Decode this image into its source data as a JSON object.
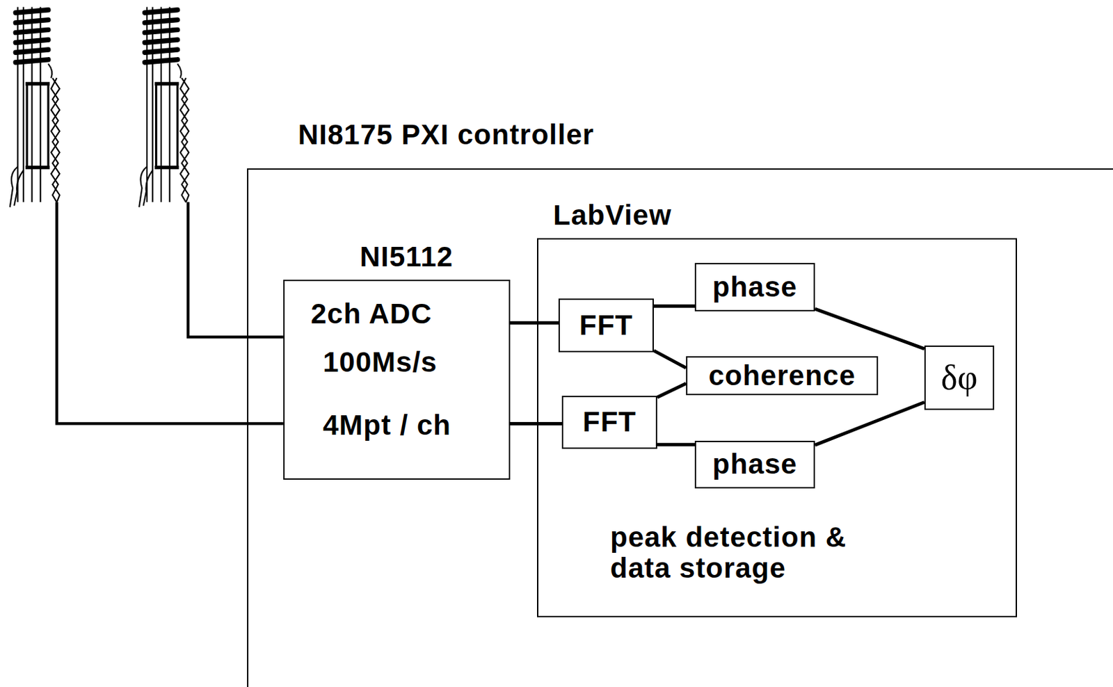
{
  "diagram": {
    "nodes": [
      {
        "text": [
          "NI8175 PXI controller"
        ]
      },
      {
        "text": [
          "LabView"
        ],
        "in": 0
      },
      {
        "text": [
          "NI5112",
          "2ch ADC",
          "100Ms/s",
          "4Mpt / ch"
        ],
        "in": 0
      },
      {
        "text": [
          "FFT"
        ],
        "in": 1
      },
      {
        "text": [
          "FFT"
        ],
        "in": 1
      },
      {
        "text": [
          "phase"
        ],
        "in": 1
      },
      {
        "text": [
          "coherence"
        ],
        "in": 1
      },
      {
        "text": [
          "phase"
        ],
        "in": 1
      },
      {
        "text": [
          "δφ"
        ],
        "in": 1
      }
    ],
    "edges": [
      {
        "from": 2,
        "to": 3,
        "arrow": "none"
      },
      {
        "from": 2,
        "to": 4,
        "arrow": "none"
      },
      {
        "from": 3,
        "to": 5,
        "arrow": "none"
      },
      {
        "from": 3,
        "to": 6,
        "arrow": "none"
      },
      {
        "from": 4,
        "to": 6,
        "arrow": "none"
      },
      {
        "from": 4,
        "to": 7,
        "arrow": "none"
      },
      {
        "from": 5,
        "to": 8,
        "arrow": "none"
      },
      {
        "from": 7,
        "to": 8,
        "arrow": "none"
      }
    ],
    "labels": [
      "peak detection & data storage"
    ]
  }
}
